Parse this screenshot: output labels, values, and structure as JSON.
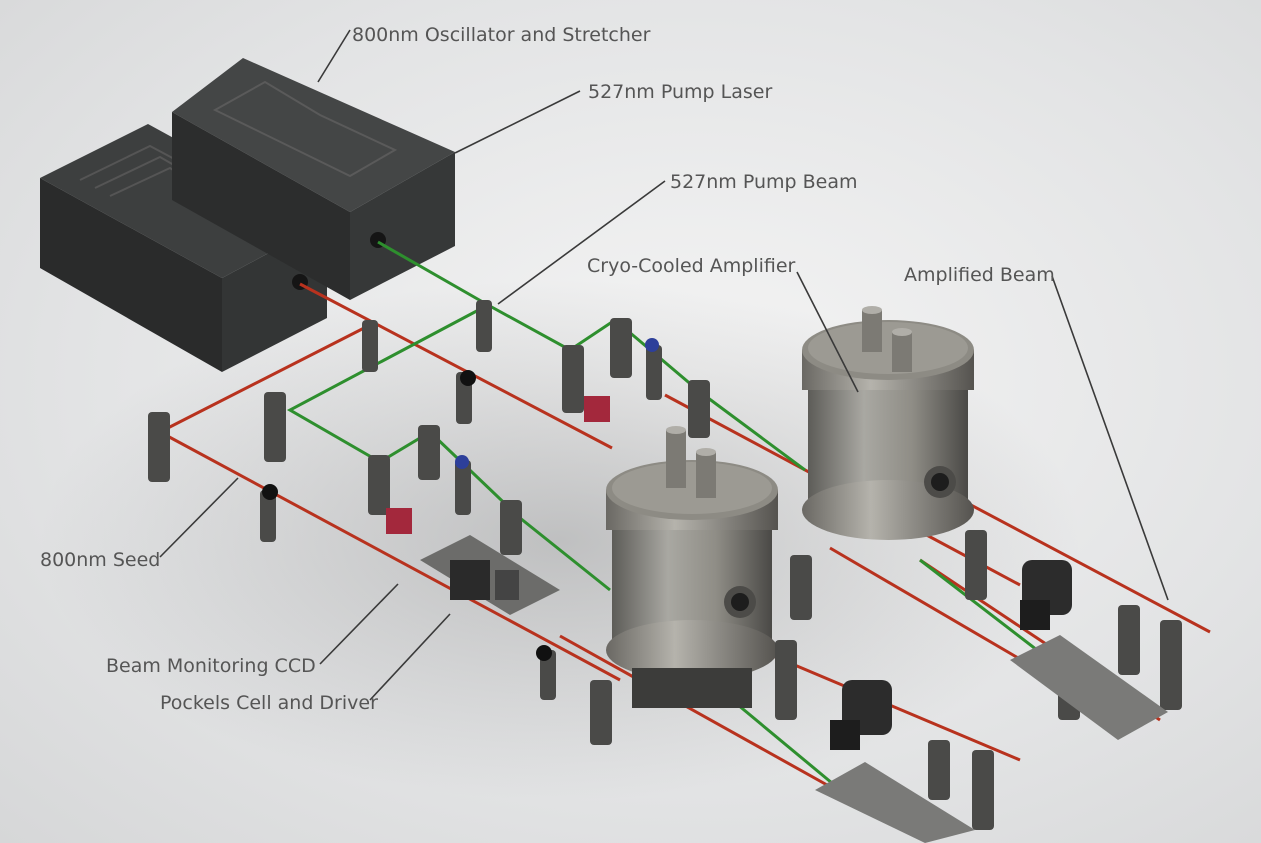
{
  "labels": {
    "oscillator": "800nm Oscillator and Stretcher",
    "pump_laser": "527nm Pump Laser",
    "pump_beam": "527nm Pump Beam",
    "cryo_amp": "Cryo-Cooled Amplifier",
    "amplified_beam": "Amplified Beam",
    "seed": "800nm Seed",
    "ccd": "Beam Monitoring CCD",
    "pockels": "Pockels Cell and Driver"
  },
  "colors": {
    "seed_beam": "#b8321e",
    "pump_beam": "#2e8f2e",
    "metal_dark": "#3c3c3c",
    "metal_mid": "#8a8a86",
    "laser_box": "#2f3131"
  }
}
